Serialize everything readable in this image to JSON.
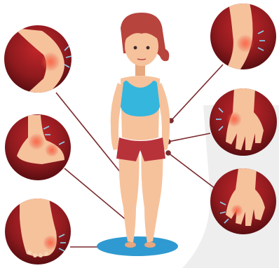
{
  "illustration": {
    "subject": "woman-standing",
    "callouts": [
      {
        "id": "knee",
        "icon": "knee-joint-icon",
        "side": "left"
      },
      {
        "id": "ankle",
        "icon": "ankle-joint-icon",
        "side": "left"
      },
      {
        "id": "toe",
        "icon": "toe-joint-icon",
        "side": "left"
      },
      {
        "id": "elbow",
        "icon": "elbow-joint-icon",
        "side": "right"
      },
      {
        "id": "wrist",
        "icon": "wrist-joint-icon",
        "side": "right"
      },
      {
        "id": "hand",
        "icon": "hand-joint-icon",
        "side": "right"
      }
    ]
  },
  "colors": {
    "circle_dark": "#4e0b0e",
    "circle_red": "#c3262a",
    "skin": "#f6c29c",
    "skin_shadow": "#e7a77f",
    "hair": "#b7443d",
    "top": "#35b6dd",
    "shorts": "#b8323a",
    "mat": "#2f9ad1",
    "pain": "#e24d3a",
    "line": "#7a2a2d",
    "watermark": "#e9e9e9"
  }
}
